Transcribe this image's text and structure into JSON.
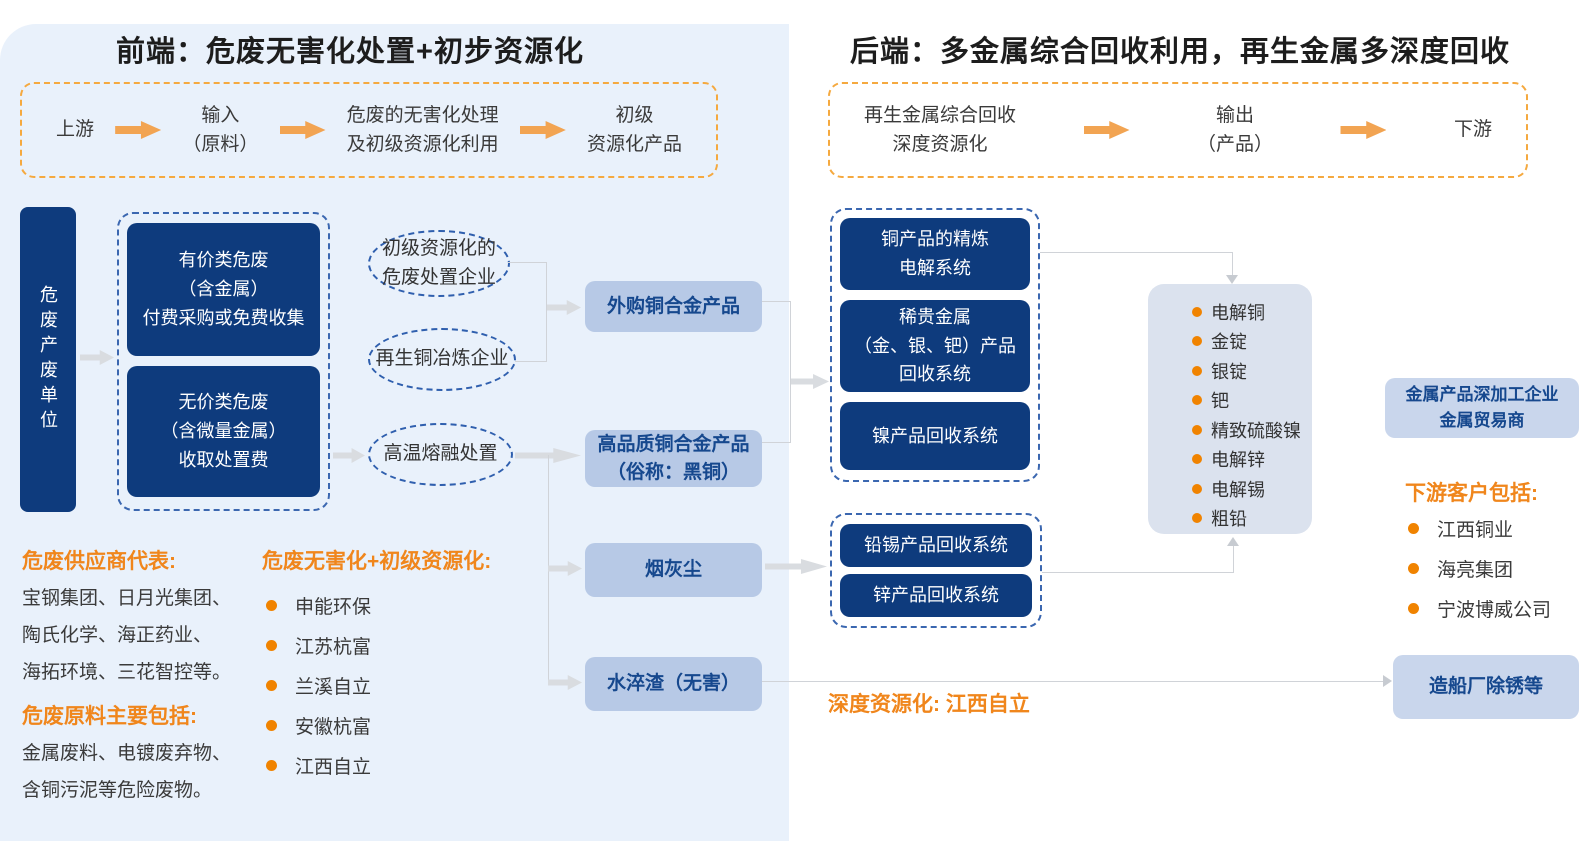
{
  "front": {
    "title": "前端：危废无害化处置+初步资源化",
    "flow_steps": [
      "上游",
      "输入\n（原料）",
      "危废的无害化处理\n及初级资源化利用",
      "初级\n资源化产品"
    ],
    "producer_bar": "危废产废单位",
    "waste_types": [
      "有价类危废\n（含金属）\n付费采购或免费收集",
      "无价类危废\n（含微量金属）\n收取处置费"
    ],
    "ellipses": [
      "初级资源化的\n危废处置企业",
      "再生铜冶炼企业",
      "高温熔融处置"
    ],
    "intermediate_products": [
      "外购铜合金产品",
      "高品质铜合金产品\n（俗称：黑铜）",
      "烟灰尘",
      "水淬渣（无害）"
    ],
    "suppliers_heading": "危废供应商代表:",
    "suppliers_text": "宝钢集团、日月光集团、\n陶氏化学、海正药业、\n海拓环境、三花智控等。",
    "materials_heading": "危废原料主要包括:",
    "materials_text": "金属废料、电镀废弃物、\n含铜污泥等危险废物。",
    "treatment_heading": "危废无害化+初级资源化:",
    "treatment_companies": [
      "申能环保",
      "江苏杭富",
      "兰溪自立",
      "安徽杭富",
      "江西自立"
    ]
  },
  "back": {
    "title": "后端：多金属综合回收利用，再生金属多深度回收",
    "flow_steps": [
      "再生金属综合回收\n深度资源化",
      "输出\n（产品）",
      "下游"
    ],
    "recovery_systems_top": [
      "铜产品的精炼\n电解系统",
      "稀贵金属\n（金、银、钯）产品\n回收系统",
      "镍产品回收系统"
    ],
    "recovery_systems_bottom": [
      "铅锡产品回收系统",
      "锌产品回收系统"
    ],
    "output_products": [
      "电解铜",
      "金锭",
      "银锭",
      "钯",
      "精致硫酸镍",
      "电解锌",
      "电解锡",
      "粗铅"
    ],
    "deep_recycling_note": "深度资源化: 江西自立",
    "processor_box": "金属产品深加工企业\n金属贸易商",
    "customers_heading": "下游客户包括:",
    "customers": [
      "江西铜业",
      "海亮集团",
      "宁波博威公司"
    ],
    "rust_removal_box": "造船厂除锈等"
  },
  "colors": {
    "navy": "#0e3b7d",
    "panel_blue": "#e9f1fb",
    "mid_box_blue": "#b7c9e6",
    "right_box_blue": "#c9d6ec",
    "products_box": "#dbe2ee",
    "orange": "#f0861c",
    "orange_arrow": "#f2a452",
    "gray_connector": "#d0d3d8"
  }
}
